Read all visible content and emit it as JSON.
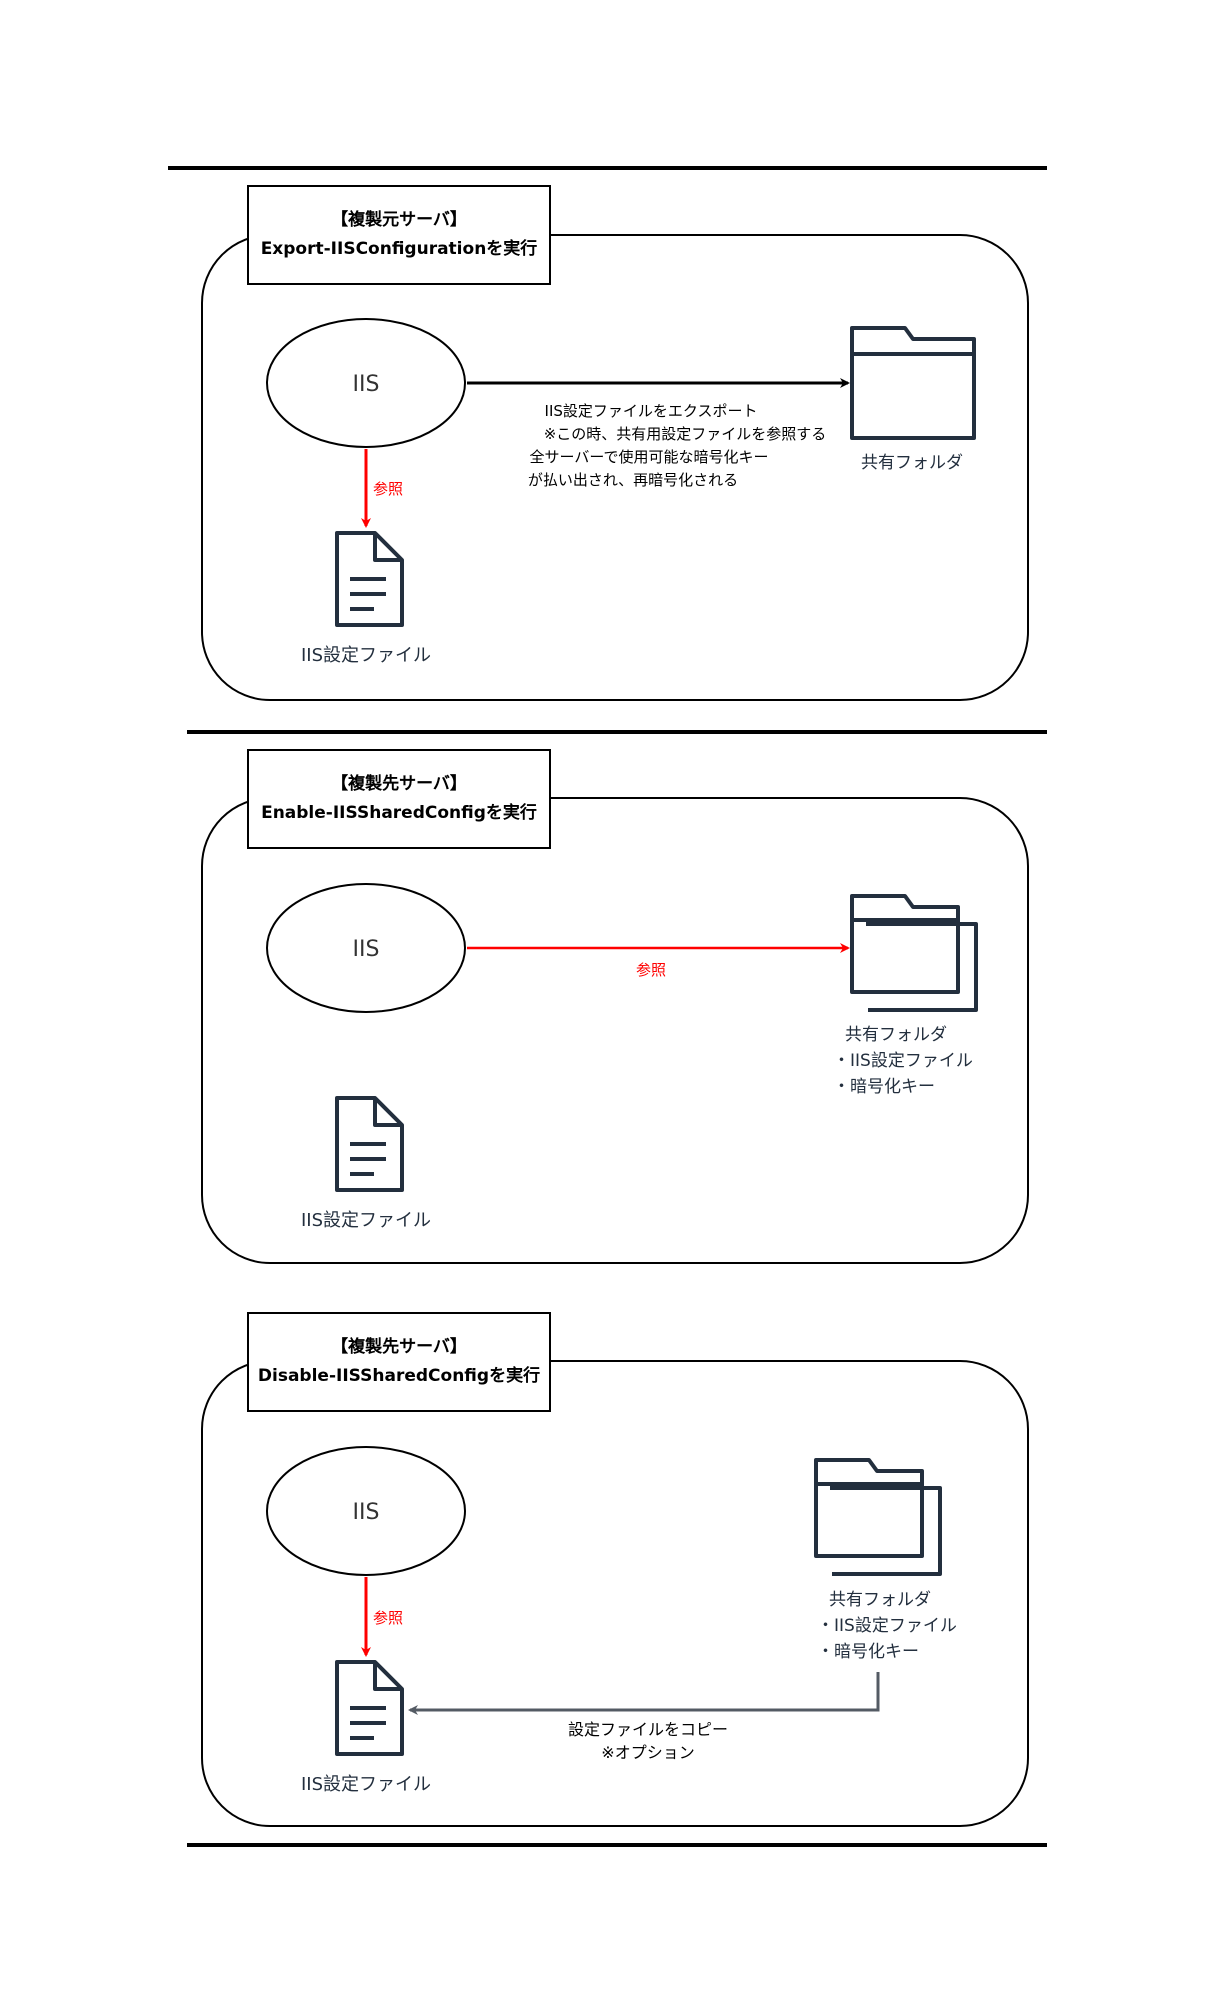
{
  "panels": [
    {
      "title_line1": "【複製元サーバ】",
      "title_line2": "Export-IISConfigurationを実行",
      "iis_label": "IIS",
      "file_label": "IIS設定ファイル",
      "ref_label": "参照",
      "folder_label": "共有フォルダ",
      "arrow_lines": [
        "IIS設定ファイルをエクスポート",
        "※この時、共有用設定ファイルを参照する",
        "全サーバーで使用可能な暗号化キー",
        "が払い出され、再暗号化される"
      ]
    },
    {
      "title_line1": "【複製先サーバ】",
      "title_line2": "Enable-IISSharedConfigを実行",
      "iis_label": "IIS",
      "file_label": "IIS設定ファイル",
      "ref_label": "参照",
      "folder_lines": [
        "共有フォルダ",
        "・IIS設定ファイル",
        "・暗号化キー"
      ]
    },
    {
      "title_line1": "【複製先サーバ】",
      "title_line2": "Disable-IISSharedConfigを実行",
      "iis_label": "IIS",
      "file_label": "IIS設定ファイル",
      "ref_label": "参照",
      "folder_lines": [
        "共有フォルダ",
        "・IIS設定ファイル",
        "・暗号化キー"
      ],
      "copy_lines": [
        "設定ファイルをコピー",
        "※オプション"
      ]
    }
  ],
  "colors": {
    "line": "#000000",
    "icon": "#232F3E",
    "reference_arrow": "#FF0000",
    "copy_arrow": "#545B64",
    "text": "#232F3E"
  }
}
